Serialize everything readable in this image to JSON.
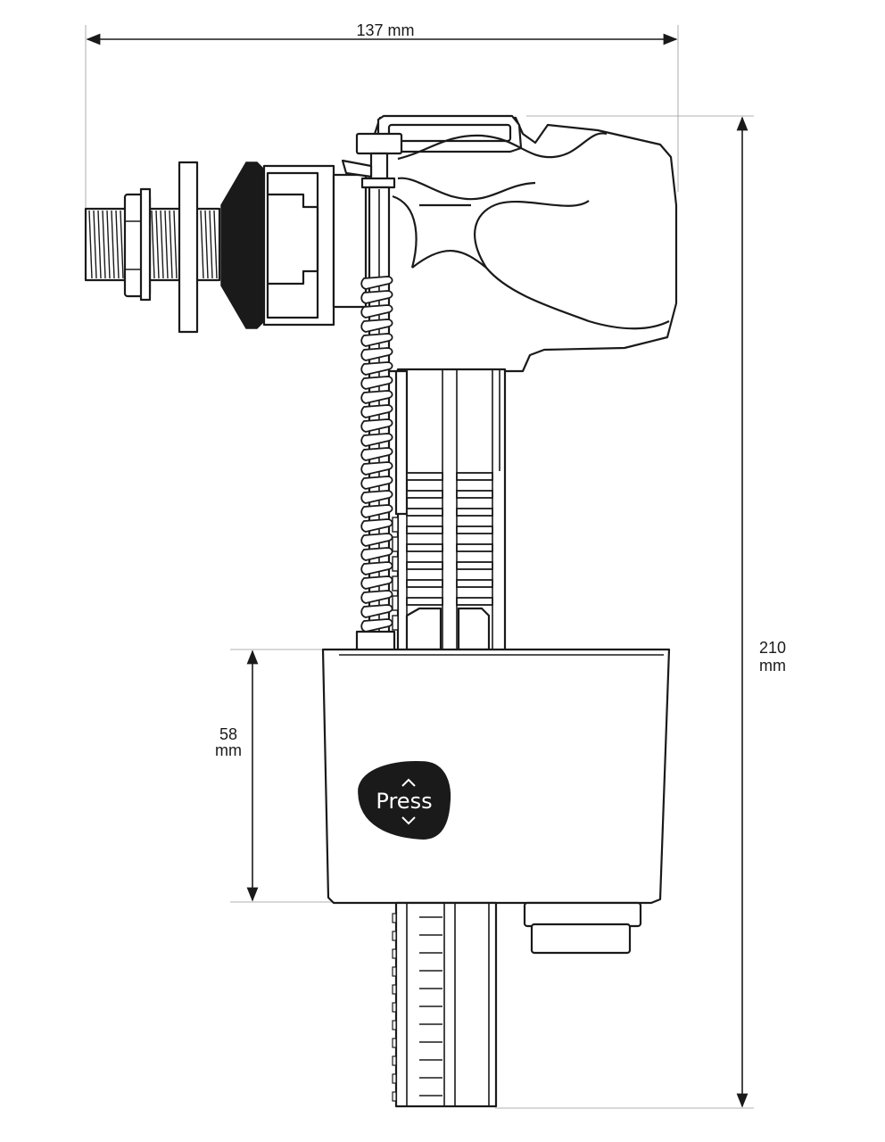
{
  "dimensions": {
    "width": "137 mm",
    "height_value": "210",
    "height_unit": "mm",
    "float_value": "58",
    "float_unit": "mm"
  },
  "float_button": {
    "label": "Press"
  },
  "colors": {
    "line": "#1a1a1a",
    "guide": "#999999",
    "background": "#ffffff"
  }
}
